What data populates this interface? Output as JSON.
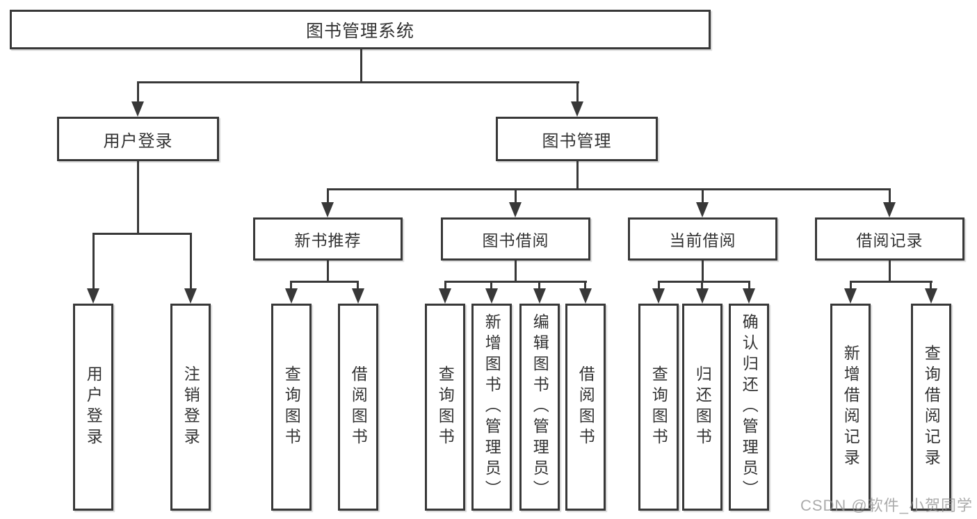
{
  "tree": {
    "root": "图书管理系统",
    "branches": [
      {
        "label": "用户登录",
        "leaves": [
          "用户登录",
          "注销登录"
        ]
      },
      {
        "label": "图书管理",
        "groups": [
          {
            "label": "新书推荐",
            "leaves": [
              "查询图书",
              "借阅图书"
            ]
          },
          {
            "label": "图书借阅",
            "leaves": [
              "查询图书",
              "新增图书（管理员）",
              "编辑图书（管理员）",
              "借阅图书"
            ]
          },
          {
            "label": "当前借阅",
            "leaves": [
              "查询图书",
              "归还图书",
              "确认归还（管理员）"
            ]
          },
          {
            "label": "借阅记录",
            "leaves": [
              "新增借阅记录",
              "查询借阅记录"
            ]
          }
        ]
      }
    ]
  },
  "watermark": {
    "text": "CSDN @软件_小贺同学"
  },
  "colors": {
    "line": "#383838",
    "text": "#333333",
    "background": "#ffffff",
    "watermark": "#8f8f8f"
  }
}
